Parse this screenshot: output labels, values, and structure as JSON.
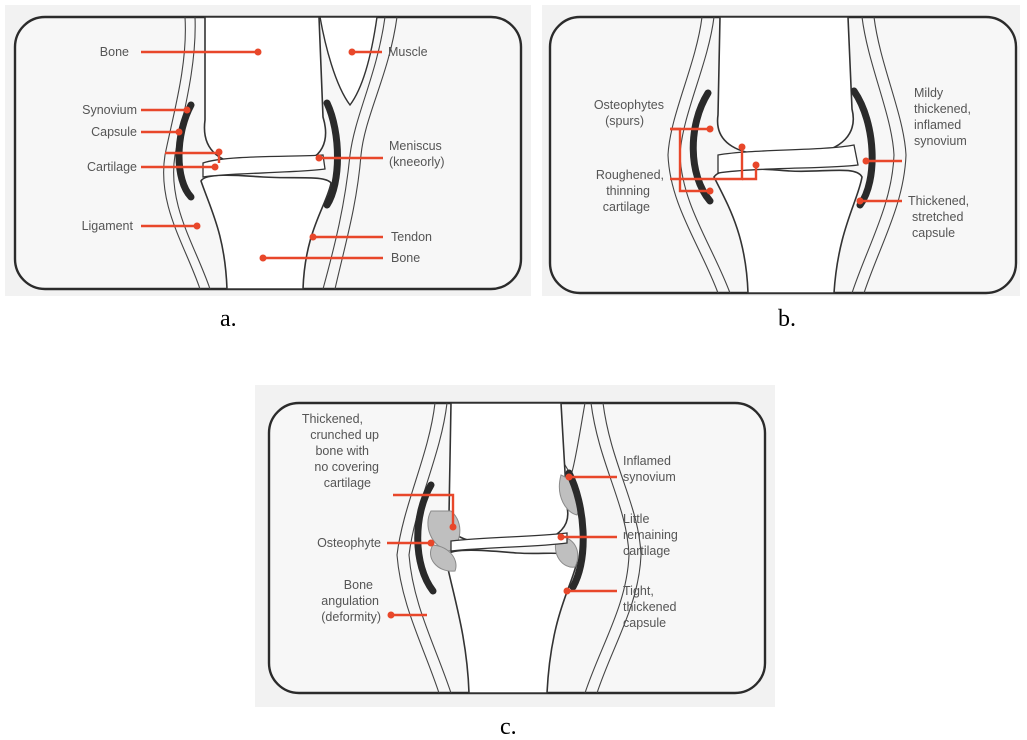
{
  "panels": {
    "a": {
      "caption": "a.",
      "labels": {
        "bone_top": "Bone",
        "muscle": "Muscle",
        "synovium": "Synovium",
        "capsule": "Capsule",
        "cartilage": "Cartilage",
        "meniscus_1": "Meniscus",
        "meniscus_2": "(kneeorly)",
        "ligament": "Ligament",
        "tendon": "Tendon",
        "bone_bottom": "Bone"
      }
    },
    "b": {
      "caption": "b.",
      "labels": {
        "osteophytes_1": "Osteophytes",
        "osteophytes_2": "(spurs)",
        "roughened_1": "Roughened,",
        "roughened_2": "thinning",
        "roughened_3": "cartilage",
        "mildly_1": "Mildy",
        "mildly_2": "thickened,",
        "mildly_3": "inflamed",
        "mildly_4": "synovium",
        "thickened_1": "Thickened,",
        "thickened_2": "stretched",
        "thickened_3": "capsule"
      }
    },
    "c": {
      "caption": "c.",
      "labels": {
        "crunched_1": "Thickened,",
        "crunched_2": "crunched up",
        "crunched_3": "bone with",
        "crunched_4": "no covering",
        "crunched_5": "cartilage",
        "osteophyte": "Osteophyte",
        "angulation_1": "Bone",
        "angulation_2": "angulation",
        "angulation_3": "(deformity)",
        "inflamed_1": "Inflamed",
        "inflamed_2": "synovium",
        "little_1": "Little",
        "little_2": "remaining",
        "little_3": "cartilage",
        "tight_1": "Tight,",
        "tight_2": "thickened",
        "tight_3": "capsule"
      }
    }
  },
  "colors": {
    "accent": "#e8472a",
    "label_text": "#555555",
    "outline": "#2b2b2b"
  }
}
